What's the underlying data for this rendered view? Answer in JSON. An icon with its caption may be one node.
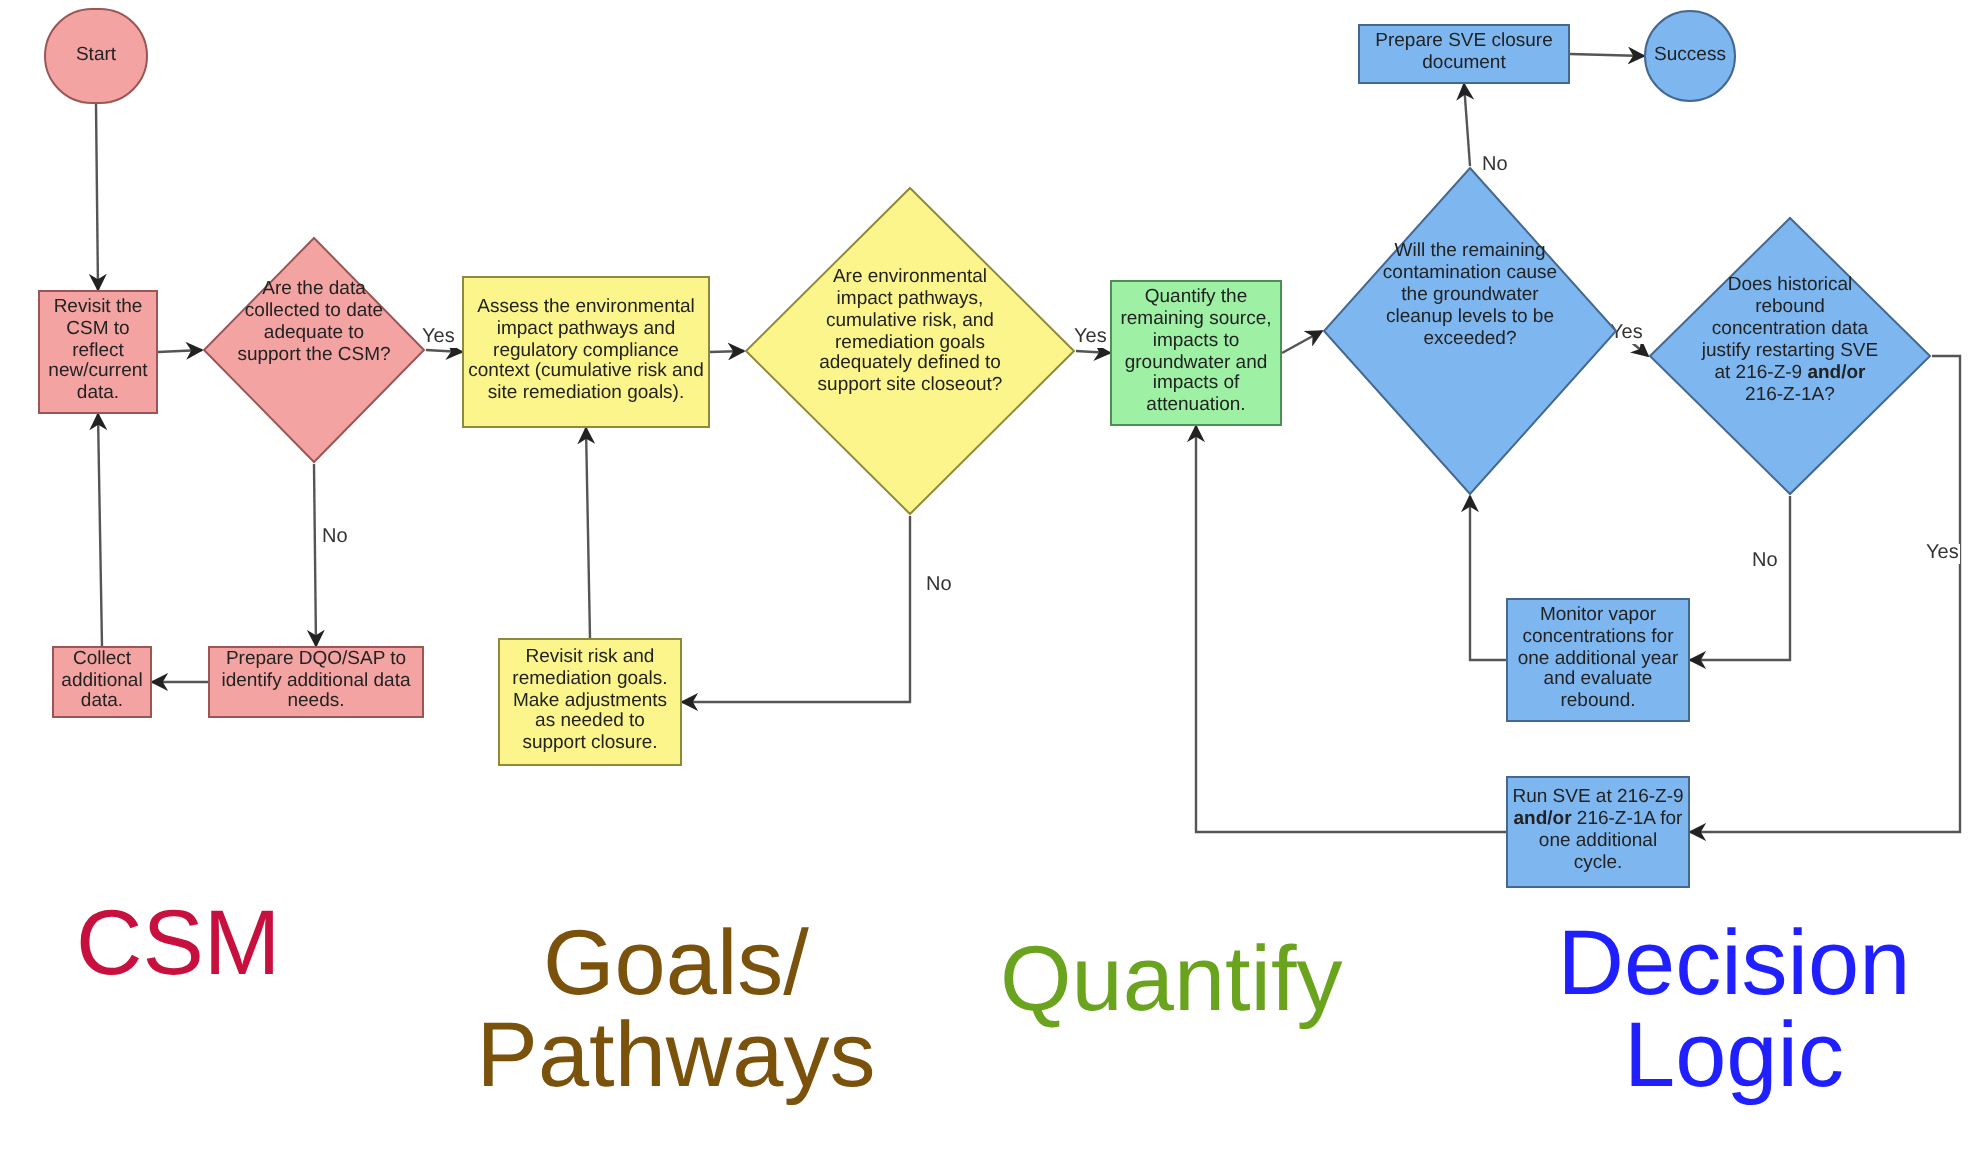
{
  "diagram": {
    "nodes": [
      {
        "text": [
          "Start"
        ]
      },
      {
        "text": [
          "Revisit the CSM to reflect new/current data."
        ]
      },
      {
        "text": [
          "Are the data collected to date adequate to support the CSM?"
        ]
      },
      {
        "text": [
          "Prepare DQO/SAP to identify additional data needs."
        ]
      },
      {
        "text": [
          "Collect additional data."
        ]
      },
      {
        "text": [
          "Assess the environmental impact pathways and regulatory compliance context (cumulative risk and site remediation goals)."
        ]
      },
      {
        "text": [
          "Revisit risk and remediation goals. Make adjustments as needed to support closure."
        ]
      },
      {
        "text": [
          "Are environmental impact pathways, cumulative risk, and remediation goals adequately defined to support site closeout?"
        ]
      },
      {
        "text": [
          "Quantify the remaining source, impacts to groundwater and impacts of attenuation."
        ]
      },
      {
        "text": [
          "Will the remaining contamination cause the groundwater cleanup levels to be exceeded?"
        ]
      },
      {
        "text": [
          "Prepare SVE closure document"
        ]
      },
      {
        "text": [
          "Success"
        ]
      },
      {
        "text": [
          "Does historical rebound concentration data justify restarting SVE at 216-Z-9 **and/or** 216-Z-1A?"
        ]
      },
      {
        "text": [
          "Monitor vapor concentrations for one additional year and evaluate rebound."
        ]
      },
      {
        "text": [
          "Run SVE at 216-Z-9 **and/or** 216-Z-1A for one additional cycle."
        ]
      }
    ],
    "edges": [
      {
        "from": 0,
        "to": 1,
        "arrow": "to"
      },
      {
        "from": 1,
        "to": 2,
        "arrow": "to"
      },
      {
        "from": 2,
        "to": 5,
        "arrow": "to",
        "label": "Yes"
      },
      {
        "from": 2,
        "to": 3,
        "arrow": "to",
        "label": "No"
      },
      {
        "from": 3,
        "to": 4,
        "arrow": "to"
      },
      {
        "from": 4,
        "to": 1,
        "arrow": "to"
      },
      {
        "from": 5,
        "to": 7,
        "arrow": "to"
      },
      {
        "from": 7,
        "to": 6,
        "arrow": "to",
        "label": "No"
      },
      {
        "from": 6,
        "to": 5,
        "arrow": "to"
      },
      {
        "from": 7,
        "to": 8,
        "arrow": "to",
        "label": "Yes"
      },
      {
        "from": 8,
        "to": 9,
        "arrow": "to"
      },
      {
        "from": 9,
        "to": 10,
        "arrow": "to",
        "label": "No"
      },
      {
        "from": 10,
        "to": 11,
        "arrow": "to"
      },
      {
        "from": 9,
        "to": 12,
        "arrow": "to",
        "label": "Yes"
      },
      {
        "from": 12,
        "to": 14,
        "arrow": "to",
        "label": "Yes"
      },
      {
        "from": 12,
        "to": 13,
        "arrow": "to",
        "label": "No"
      },
      {
        "from": 13,
        "to": 9,
        "arrow": "to"
      },
      {
        "from": 14,
        "to": 8,
        "arrow": "to"
      }
    ],
    "labels": [
      "CSM",
      "Goals/ Pathways",
      "Quantify",
      "Decision Logic"
    ]
  }
}
